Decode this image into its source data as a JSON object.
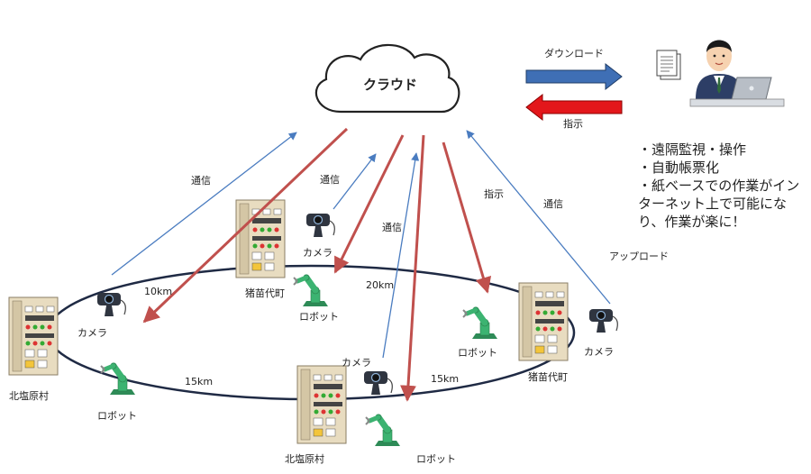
{
  "cloud": {
    "label": "クラウド"
  },
  "office": {
    "download_label": "ダウンロード",
    "instruction_label": "指示",
    "notes": [
      "・遠隔監視・操作",
      "・自動帳票化",
      "・紙ベースでの作業がインターネット上で可能になり、作業が楽に！"
    ]
  },
  "labels": {
    "comm": "通信",
    "instruction": "指示",
    "upload": "アップロード",
    "camera": "カメラ",
    "robot": "ロボット"
  },
  "sites": {
    "kitashiobara": "北塩原村",
    "inawashiro": "猪苗代町"
  },
  "distances": {
    "d1": "10km",
    "d2": "20km",
    "d3": "15km",
    "d4": "15km"
  },
  "colors": {
    "comm_arrow": "#4a7cc0",
    "instruction_arrow": "#c0504d",
    "big_blue_arrow": "#3f6fb5",
    "big_red_arrow": "#e3171b",
    "robot_green": "#3cb371",
    "panel_beige": "#e8dcc0"
  }
}
